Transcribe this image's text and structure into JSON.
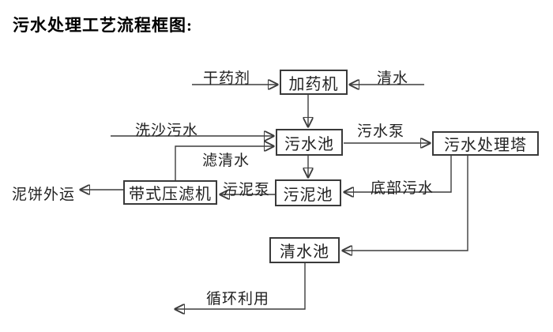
{
  "title": "污水处理工艺流程框图:",
  "diagram": {
    "nodes": {
      "dosing_machine": "加药机",
      "sewage_pool": "污水池",
      "treatment_tower": "污水处理塔",
      "belt_filter_press": "带式压滤机",
      "sludge_pool": "污泥池",
      "clean_water_pool": "清水池"
    },
    "edge_labels": {
      "dry_chemical": "干药剂",
      "clean_water": "清水",
      "sand_washing_sewage": "洗沙污水",
      "filtered_water": "滤清水",
      "sewage_pump": "污水泵",
      "bottom_sewage": "底部污水",
      "sludge_pump": "污泥泵",
      "mud_cake_out": "泥饼外运",
      "recycle_use": "循环利用"
    },
    "colors": {
      "line": "#3d3d3d",
      "text": "#222222",
      "background": "#ffffff"
    }
  }
}
